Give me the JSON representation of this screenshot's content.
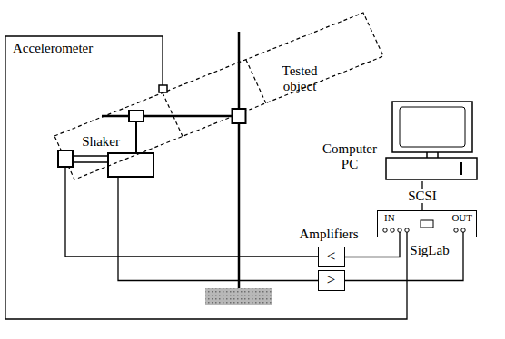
{
  "diagram": {
    "nodes": [
      {
        "text": [
          "Shaker"
        ]
      },
      {
        "text": [
          "Computer PC"
        ]
      },
      {
        "text": [
          "<"
        ]
      },
      {
        "text": [
          ">"
        ]
      },
      {
        "text": [
          "IN",
          "OUT",
          "SigLab"
        ]
      }
    ],
    "edges": [
      {
        "from": 0,
        "to": 3,
        "arrow": "none"
      },
      {
        "from": 2,
        "to": 4,
        "arrow": "none"
      },
      {
        "from": 3,
        "to": 4,
        "arrow": "none"
      },
      {
        "from": 1,
        "to": 4,
        "label": "SCSI",
        "arrow": "none"
      }
    ],
    "labels": [
      "Accelerometer",
      "Tested object",
      "Amplifiers"
    ]
  }
}
